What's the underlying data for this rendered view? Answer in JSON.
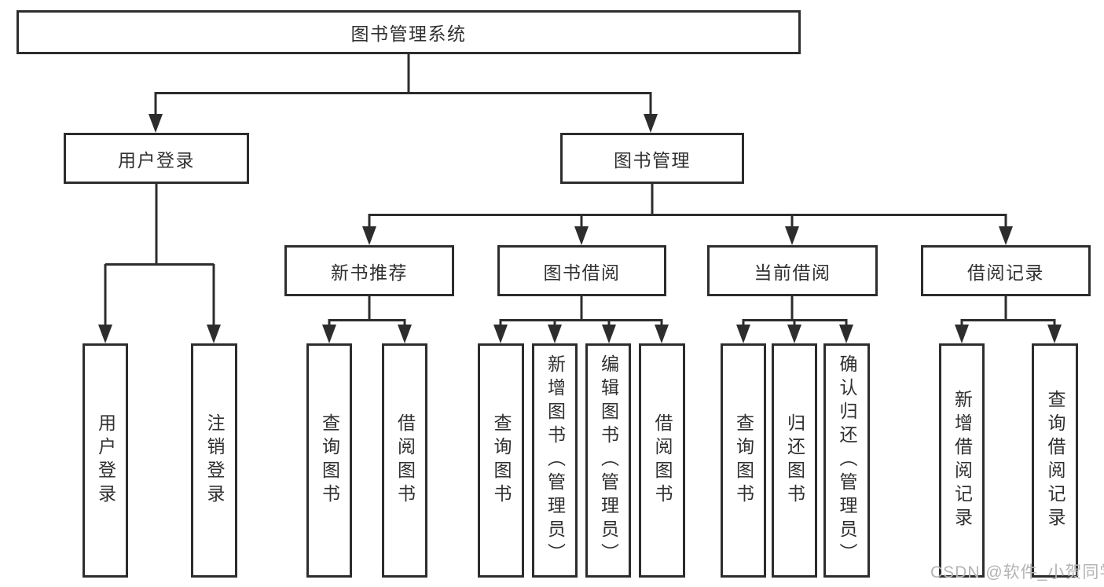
{
  "diagram": {
    "root": {
      "label": "图书管理系统"
    },
    "level2": [
      {
        "label": "用户登录",
        "children": [
          {
            "label": "用户登录"
          },
          {
            "label": "注销登录"
          }
        ]
      },
      {
        "label": "图书管理",
        "children": [
          {
            "label": "新书推荐",
            "children": [
              {
                "label": "查询图书"
              },
              {
                "label": "借阅图书"
              }
            ]
          },
          {
            "label": "图书借阅",
            "children": [
              {
                "label": "查询图书"
              },
              {
                "label": "新增图书（管理员）"
              },
              {
                "label": "编辑图书（管理员）"
              },
              {
                "label": "借阅图书"
              }
            ]
          },
          {
            "label": "当前借阅",
            "children": [
              {
                "label": "查询图书"
              },
              {
                "label": "归还图书"
              },
              {
                "label": "确认归还（管理员）"
              }
            ]
          },
          {
            "label": "借阅记录",
            "children": [
              {
                "label": "新增借阅记录"
              },
              {
                "label": "查询借阅记录"
              }
            ]
          }
        ]
      }
    ]
  },
  "watermark": {
    "text": "CSDN @软件_小贺同学"
  },
  "colors": {
    "line": "#2d2d2d",
    "text": "#303030",
    "watermark": "#b4b4b4",
    "background": "#ffffff"
  }
}
